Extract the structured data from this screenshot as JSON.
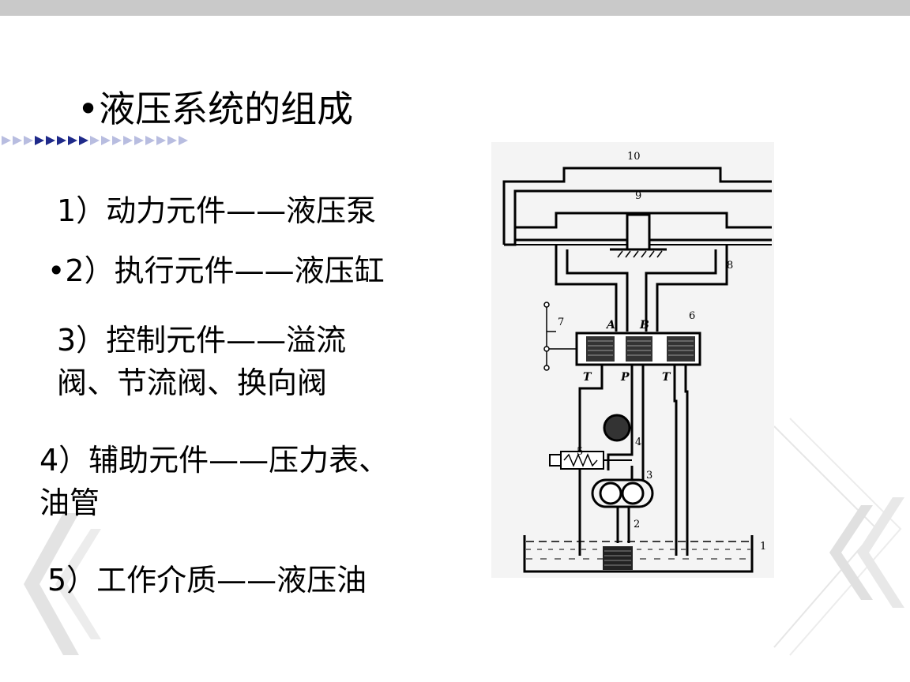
{
  "slide": {
    "title": "•液压系统的组成",
    "items": [
      {
        "line1": "1）动力元件——液压泵",
        "line2": ""
      },
      {
        "line1": "•2）执行元件——液压缸",
        "line2": ""
      },
      {
        "line1": "3）控制元件——溢流",
        "line2": "阀、节流阀、换向阀"
      },
      {
        "line1": "4）辅助元件——压力表、",
        "line2": "油管"
      },
      {
        "line1": "5）工作介质——液压油",
        "line2": ""
      }
    ]
  },
  "diagram": {
    "labels": {
      "n1": "1",
      "n2": "2",
      "n3": "3",
      "n4": "4",
      "n5": "5",
      "n6": "6",
      "n7": "7",
      "n8": "8",
      "n9": "9",
      "n10": "10",
      "portA": "A",
      "portB": "B",
      "portP": "P",
      "portT1": "T",
      "portT2": "T"
    }
  },
  "colors": {
    "top_bar": "#c9c9c9",
    "arrow_dark": "#1f2a8a",
    "arrow_light": "#b8bde0",
    "deco_gray": "#d9d9d9"
  },
  "icons": [
    "arrow-strip-icon",
    "chevron-decoration-icon"
  ]
}
